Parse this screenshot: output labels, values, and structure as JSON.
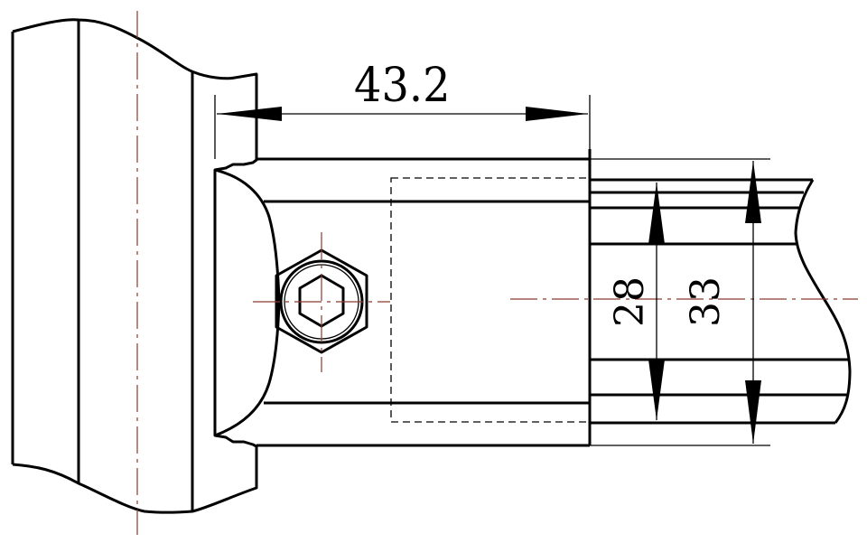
{
  "drawing": {
    "type": "mechanical-technical-drawing",
    "subject": "shaft end with hex socket set screw and extension sleeve",
    "dimensions": {
      "length": {
        "label": "43.2",
        "orientation": "horizontal"
      },
      "inner_diameter": {
        "label": "28",
        "orientation": "vertical"
      },
      "outer_diameter": {
        "label": "33",
        "orientation": "vertical"
      }
    },
    "colors": {
      "outline": "#000000",
      "centerline": "#8b3a2e",
      "background": "#ffffff"
    }
  }
}
